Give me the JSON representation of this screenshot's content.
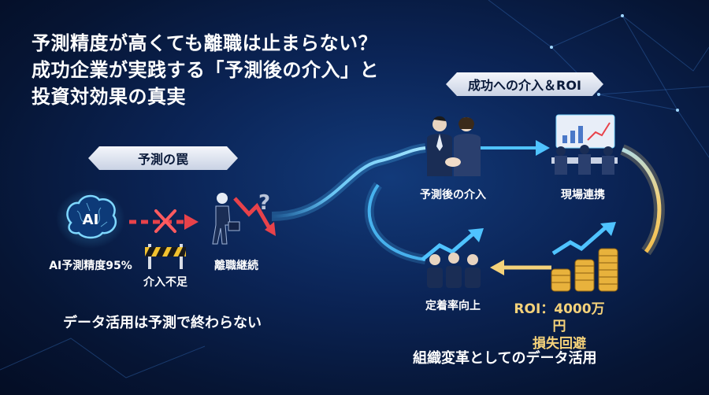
{
  "title": {
    "line1": "予測精度が高くても離職は止まらない？",
    "line2": "成功企業が実践する「予測後の介入」と",
    "line3": "投資対効果の真実"
  },
  "left": {
    "banner": "予測の罠",
    "ai_badge": "AI",
    "ai_label": "AI予測精度95%",
    "gap_label": "介入不足",
    "result_label": "離職継続",
    "footer": "データ活用は予測で終わらない"
  },
  "right": {
    "banner": "成功への介入＆ROI",
    "step1": "予測後の介入",
    "step2": "現場連携",
    "step3": "定着率向上",
    "roi_line1": "ROI：4000万円",
    "roi_line2": "損失回避",
    "footer": "組織変革としてのデータ活用"
  },
  "colors": {
    "accent_blue": "#4fc3ff",
    "accent_gold": "#f5d27a",
    "alert_red": "#e8424a"
  }
}
